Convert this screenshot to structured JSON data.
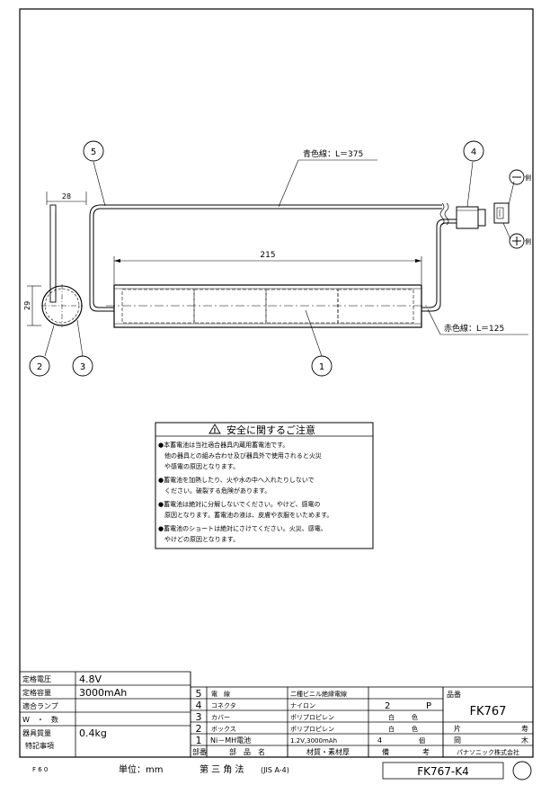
{
  "drawing": {
    "label_blue_wire": "青色線：L＝375",
    "label_red_wire": "赤色線：L＝125",
    "dim_length": "215",
    "dim_width": "28",
    "dim_height": "29",
    "minus_side": "側",
    "plus_side": "側",
    "balloons": [
      "1",
      "2",
      "3",
      "4",
      "5"
    ]
  },
  "safety": {
    "title": "安全に関するご注意",
    "lines": [
      "●本蓄電池は当社適合器具内蔵用蓄電池です。",
      "　他の器具との組み合わせ及び器具外で使用されると火災",
      "　や感電の原因となります。",
      "●蓄電池を加熱したり、火や水の中へ入れたりしないで",
      "　ください。破裂する危険があります。",
      "●蓄電池は絶対に分解しないでください。やけど、感電の",
      "　原因となります。蓄電池の液は、皮膚や衣服をいためます。",
      "●蓄電池のショートは絶対にさけてください。火災、感電、",
      "　やけどの原因となります。"
    ]
  },
  "specs": [
    {
      "label": "定格電圧",
      "value": "4.8V"
    },
    {
      "label": "定格容量",
      "value": "3000mAh"
    },
    {
      "label": "適合ランプ",
      "value": ""
    },
    {
      "label": "W　・　数",
      "value": ""
    },
    {
      "label": "器具質量",
      "value": "0.4kg"
    },
    {
      "label": "特記事項",
      "value": ""
    }
  ],
  "parts": [
    {
      "no": "5",
      "name": "電　線",
      "material": "二種ビニル絶縁電線",
      "qty": "",
      "unit": "",
      "note": ""
    },
    {
      "no": "4",
      "name": "コネクタ",
      "material": "ナイロン",
      "qty": "2",
      "unit": "P",
      "note": ""
    },
    {
      "no": "3",
      "name": "カバー",
      "material": "ポリプロピレン",
      "qty": "白",
      "unit": "色",
      "note": ""
    },
    {
      "no": "2",
      "name": "ボックス",
      "material": "ポリプロピレン",
      "qty": "白",
      "unit": "色",
      "note": ""
    },
    {
      "no": "1",
      "name": "Ni－MH電池",
      "material": "1.2V,3000mAh",
      "qty": "4",
      "unit": "個",
      "note": ""
    }
  ],
  "parts_header": {
    "no": "部番",
    "name": "部　品　名",
    "material": "材質・素材厚",
    "qty": "備",
    "note": "考"
  },
  "title_block": {
    "part_no_label": "品番",
    "part_no": "FK767",
    "k1": "片",
    "k2": "寿",
    "n1": "岡",
    "n2": "木",
    "company": "パナソニック株式会社"
  },
  "footer": {
    "code": "F 6 0",
    "unit": "単位：mm",
    "projection": "第 三 角 法",
    "jis": "(JIS A-4)",
    "drawing_no": "FK767-K4"
  }
}
